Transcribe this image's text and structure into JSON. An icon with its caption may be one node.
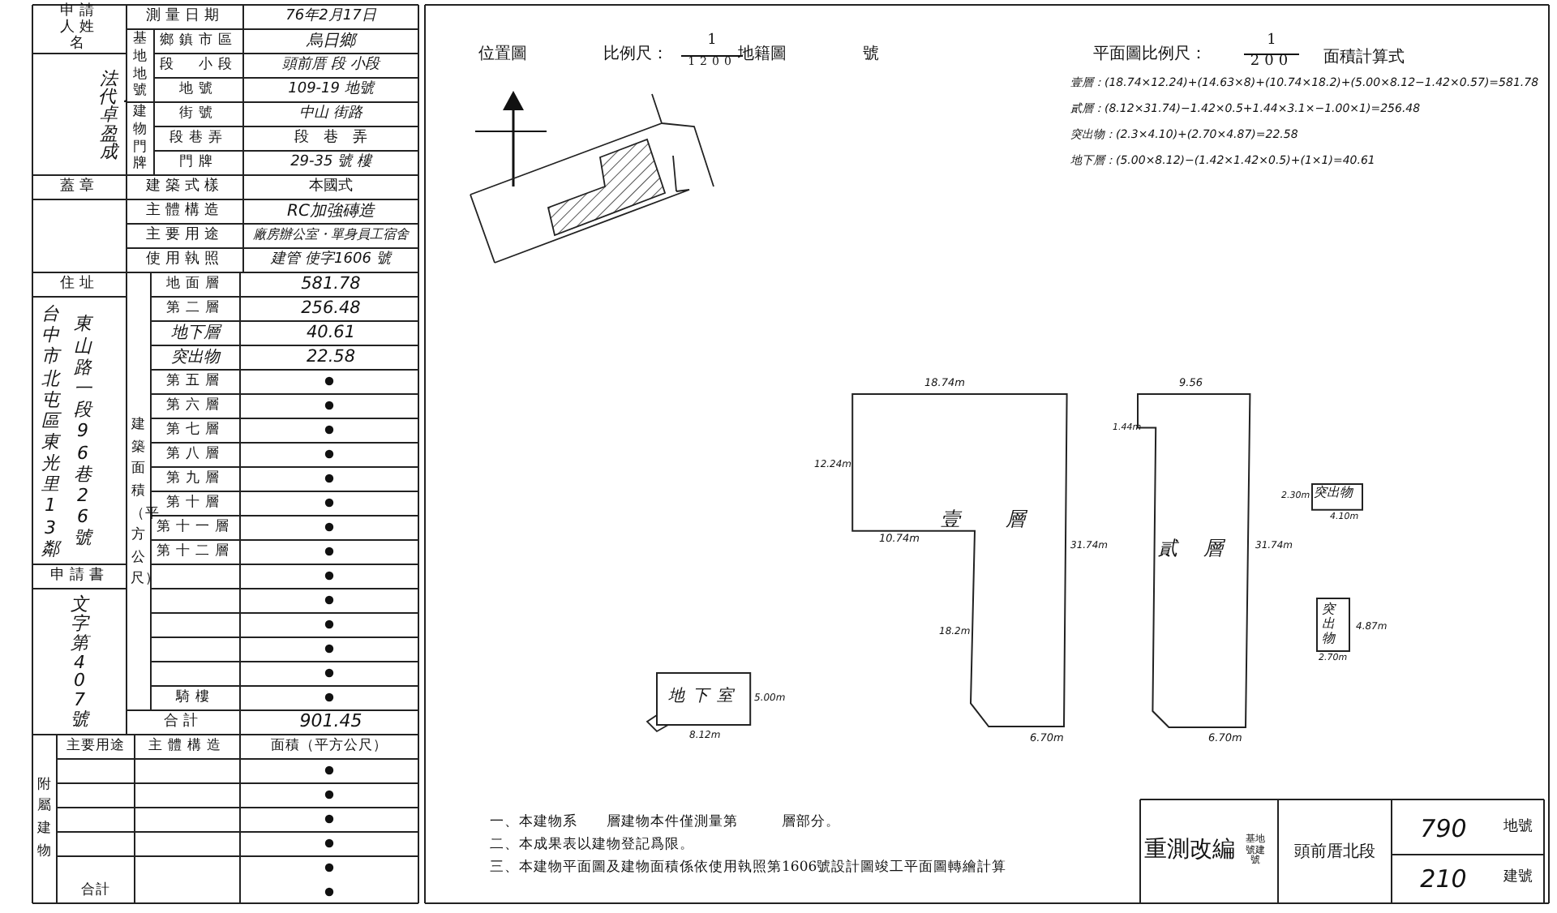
{
  "diagram": {
    "nodes": [
      {
        "text": [
          "壹層"
        ],
        "beside": [
          "18.74m",
          "12.24m",
          "10.74m",
          "18.2m",
          "31.74m",
          "6.70m"
        ]
      },
      {
        "text": [
          "貳層"
        ],
        "beside": [
          "9.56",
          "1.44m",
          "31.74m",
          "6.70m"
        ]
      },
      {
        "text": [
          "地下室"
        ],
        "beside": [
          "5.00m",
          "8.12m"
        ]
      },
      {
        "text": [
          "突出物"
        ],
        "beside": [
          "2.30m",
          "4.10m"
        ]
      },
      {
        "text": [
          "突出物"
        ],
        "beside": [
          "4.87m",
          "2.70m"
        ]
      }
    ],
    "labels": [
      "申請人姓名",
      "測量日期",
      "76年2月17日",
      "基地地號",
      "鄉鎮市區",
      "烏日鄉",
      "段　小段",
      "頭前厝 段 小段",
      "地號",
      "109-19 地號",
      "建物門牌",
      "街號",
      "中山 街路",
      "段巷弄",
      "段　巷　弄",
      "門牌",
      "29-35 號 樓",
      "法代．卓盈成",
      "蓋章",
      "建築式樣",
      "本國式",
      "主體構造",
      "RC加強磚造",
      "主要用途",
      "廠房辦公室・單身員工宿舍",
      "使用執照",
      "建管 使字1606 號",
      "住址",
      "建築面積（平方公尺）",
      "地面層",
      "581.78",
      "第二層",
      "256.48",
      "地下層",
      "40.61",
      "突出物",
      "22.58",
      "第五層",
      "第六層",
      "第七層",
      "第八層",
      "第九層",
      "第十層",
      "第十一層",
      "第十二層",
      "騎樓",
      "合計",
      "901.45",
      "台中市北屯區東光里13鄰",
      "東山路一段96巷26號",
      "申請書",
      "文字第407號",
      "附屬建物",
      "主要用途",
      "主體構造",
      "面積（平方公尺）",
      "合計",
      "位置圖",
      "比例尺：",
      "1",
      "1200",
      "地籍圖",
      "號",
      "平面圖比例尺：",
      "1",
      "200",
      "面積計算式",
      "壹層：(18.74×12.24)+(14.63×8)+(10.74×18.2)+(5.00×8.12−1.42×0.57)=581.78",
      "貳層：(8.12×31.74)−1.42×0.5+1.44×3.1×−1.00×1)=256.48",
      "突出物：(2.3×4.10)+(2.70×4.87)=22.58",
      "地下層：(5.00×8.12)−(1.42×1.42×0.5)+(1×1)=40.61",
      "一、本建物系　　層建物本件僅測量第　　　層部分。",
      "二、本成果表以建物登記爲限。",
      "三、本建物平面圖及建物面積係依使用執照第1606號設計圖竣工平面圖轉繪計算",
      "重測改編",
      "基地號建號",
      "頭前厝北段",
      "790",
      "地號",
      "210",
      "建號"
    ]
  }
}
